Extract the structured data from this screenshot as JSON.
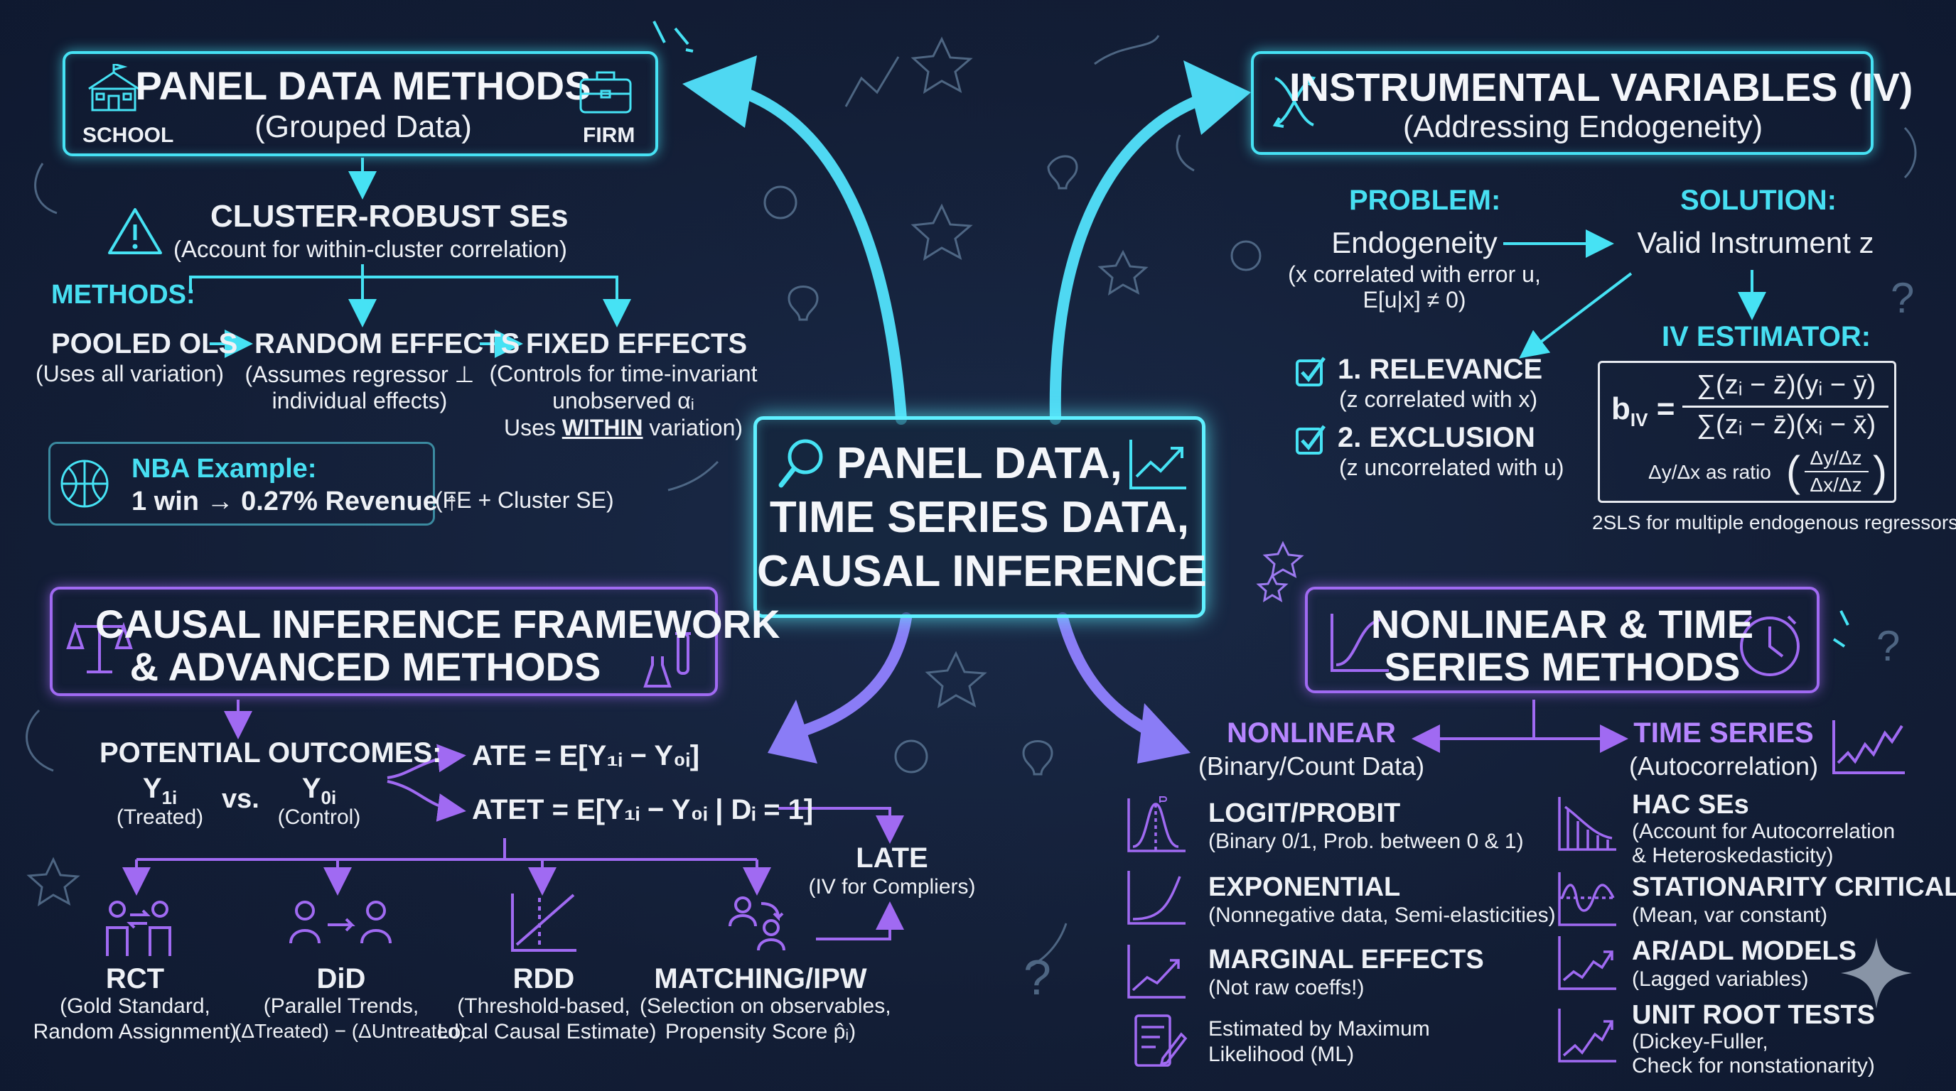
{
  "center": {
    "line1": "PANEL DATA,",
    "line2": "TIME SERIES DATA,",
    "line3": "CAUSAL INFERENCE"
  },
  "panel": {
    "title": "PANEL DATA METHODS",
    "subtitle": "(Grouped Data)",
    "icon_left_label": "SCHOOL",
    "icon_right_label": "FIRM",
    "cluster_title": "CLUSTER-ROBUST SEs",
    "cluster_sub": "(Account for within-cluster correlation)",
    "methods_label": "METHODS:",
    "pooled": "POOLED OLS",
    "pooled_sub": "(Uses all variation)",
    "random": "RANDOM EFFECTS",
    "random_sub1": "(Assumes regressor ⊥",
    "random_sub2": "individual effects)",
    "fixed": "FIXED EFFECTS",
    "fixed_sub1": "(Controls for time-invariant",
    "fixed_sub2": "unobserved αᵢ",
    "fixed_sub3a": "Uses ",
    "fixed_sub3b": "WITHIN",
    "fixed_sub3c": " variation)",
    "nba_title": "NBA Example:",
    "nba_line": "1 win → 0.27% Revenue ↑",
    "nba_note": "(FE + Cluster SE)"
  },
  "iv": {
    "title": "INSTRUMENTAL VARIABLES (IV)",
    "subtitle": "(Addressing Endogeneity)",
    "problem_label": "PROBLEM:",
    "problem": "Endogeneity",
    "problem_sub1": "(x correlated with error u,",
    "problem_sub2": "E[u|x] ≠ 0)",
    "solution_label": "SOLUTION:",
    "solution": "Valid Instrument z",
    "relevance": "1. RELEVANCE",
    "relevance_sub": "(z correlated with x)",
    "exclusion": "2. EXCLUSION",
    "exclusion_sub": "(z uncorrelated with u)",
    "estimator_label": "IV ESTIMATOR:",
    "formula_lhs": "b",
    "formula_lhs_sub": "IV",
    "formula_num": "∑(zᵢ − z̄)(yᵢ − ȳ)",
    "formula_den": "∑(zᵢ − z̄)(xᵢ − x̄)",
    "ratio_prefix": "Δy/Δx as ratio",
    "ratio_num": "Δy/Δz",
    "ratio_den": "Δx/Δz",
    "tsls": "2SLS for multiple endogenous regressors"
  },
  "causal": {
    "title1": "CAUSAL INFERENCE FRAMEWORK",
    "title2": "& ADVANCED METHODS",
    "po_label": "POTENTIAL OUTCOMES:",
    "y1": "Y",
    "y1_sub": "1i",
    "y1_caption": "(Treated)",
    "vs": "vs.",
    "y0": "Y",
    "y0_sub": "0i",
    "y0_caption": "(Control)",
    "ate": "ATE = E[Y₁ᵢ − Y₀ᵢ]",
    "atet": "ATET = E[Y₁ᵢ − Y₀ᵢ | Dᵢ = 1]",
    "late": "LATE",
    "late_sub": "(IV for Compliers)",
    "rct": "RCT",
    "rct_sub1": "(Gold Standard,",
    "rct_sub2": "Random Assignment)",
    "did": "DiD",
    "did_sub1": "(Parallel Trends,",
    "did_sub2": "(ΔTreated) − (ΔUntreated)",
    "rdd": "RDD",
    "rdd_sub1": "(Threshold-based,",
    "rdd_sub2": "Local Causal Estimate)",
    "matching": "MATCHING/IPW",
    "matching_sub1": "(Selection on observables,",
    "matching_sub2": "Propensity Score p̂ᵢ)"
  },
  "nonlinear": {
    "title1": "NONLINEAR & TIME",
    "title2": "SERIES METHODS",
    "nl_label": "NONLINEAR",
    "nl_sub": "(Binary/Count Data)",
    "ts_label": "TIME SERIES",
    "ts_sub": "(Autocorrelation)",
    "logit": "LOGIT/PROBIT",
    "logit_sub": "(Binary 0/1, Prob. between 0 & 1)",
    "exp": "EXPONENTIAL",
    "exp_sub": "(Nonnegative data, Semi-elasticities)",
    "marg": "MARGINAL EFFECTS",
    "marg_sub": "(Not raw coeffs!)",
    "ml1": "Estimated by Maximum",
    "ml2": "Likelihood (ML)",
    "hac": "HAC SEs",
    "hac_sub1": "(Account for Autocorrelation",
    "hac_sub2": "& Heteroskedasticity)",
    "stat": "STATIONARITY CRITICAL",
    "stat_sub": "(Mean, var constant)",
    "ar": "AR/ADL MODELS",
    "ar_sub": "(Lagged variables)",
    "unit": "UNIT ROOT TESTS",
    "unit_sub1": "(Dickey-Fuller,",
    "unit_sub2": "Check for nonstationarity)"
  },
  "colors": {
    "cyan": "#46e2f4",
    "purple": "#a06af2",
    "background": "#14213a"
  }
}
